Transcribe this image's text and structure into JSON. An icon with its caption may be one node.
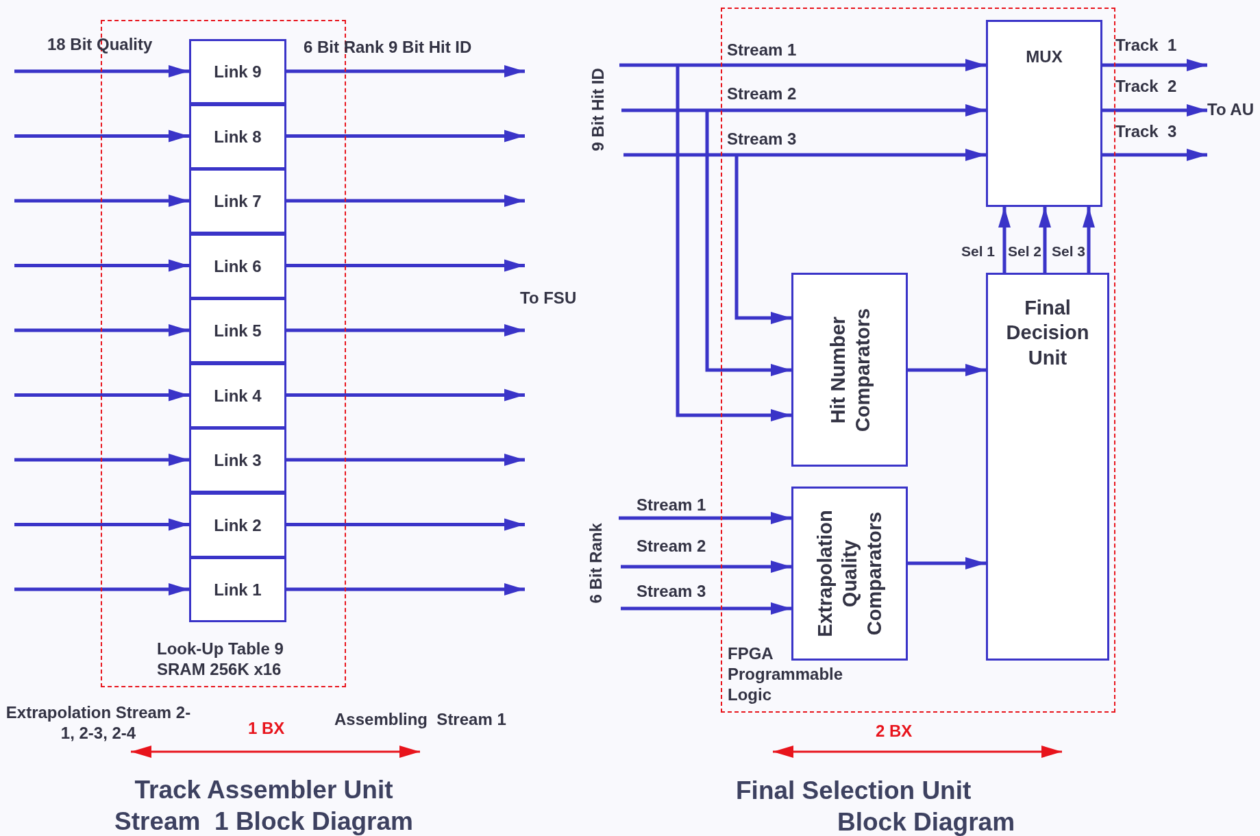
{
  "diagram": {
    "nodes": [
      {
        "text": [
          "Look-Up Table 9 SRAM 256K x16"
        ]
      },
      {
        "text": [
          "Link 9"
        ],
        "in": 0
      },
      {
        "text": [
          "Link 8"
        ],
        "in": 0
      },
      {
        "text": [
          "Link 7"
        ],
        "in": 0
      },
      {
        "text": [
          "Link 6"
        ],
        "in": 0
      },
      {
        "text": [
          "Link 5"
        ],
        "in": 0
      },
      {
        "text": [
          "Link 4"
        ],
        "in": 0
      },
      {
        "text": [
          "Link 3"
        ],
        "in": 0
      },
      {
        "text": [
          "Link 2"
        ],
        "in": 0
      },
      {
        "text": [
          "Link 1"
        ],
        "in": 0
      },
      {
        "text": [
          "FPGA Programmable Logic"
        ]
      },
      {
        "text": [
          "MUX"
        ],
        "in": 10
      },
      {
        "text": [
          "Hit Number Comparators"
        ],
        "in": 10
      },
      {
        "text": [
          "Extrapolation Quality Comparators"
        ],
        "in": 10
      },
      {
        "text": [
          "Final Decision Unit"
        ],
        "in": 10
      },
      {
        "text": [
          "To AU"
        ]
      }
    ],
    "edges": [
      {
        "from": null,
        "to": 1,
        "arrow": "to"
      },
      {
        "from": null,
        "to": 2,
        "arrow": "to"
      },
      {
        "from": null,
        "to": 3,
        "arrow": "to"
      },
      {
        "from": null,
        "to": 4,
        "arrow": "to"
      },
      {
        "from": null,
        "to": 5,
        "arrow": "to"
      },
      {
        "from": null,
        "to": 6,
        "arrow": "to"
      },
      {
        "from": null,
        "to": 7,
        "arrow": "to"
      },
      {
        "from": null,
        "to": 8,
        "arrow": "to"
      },
      {
        "from": null,
        "to": 9,
        "arrow": "to"
      },
      {
        "from": 1,
        "to": null,
        "arrow": "to"
      },
      {
        "from": 2,
        "to": null,
        "arrow": "to"
      },
      {
        "from": 3,
        "to": null,
        "arrow": "to"
      },
      {
        "from": 4,
        "to": null,
        "arrow": "to"
      },
      {
        "from": 5,
        "to": null,
        "arrow": "to"
      },
      {
        "from": 6,
        "to": null,
        "arrow": "to"
      },
      {
        "from": 7,
        "to": null,
        "arrow": "to"
      },
      {
        "from": 8,
        "to": null,
        "arrow": "to"
      },
      {
        "from": 9,
        "to": null,
        "arrow": "to"
      },
      {
        "from": null,
        "to": 11,
        "arrow": "to",
        "label": "Stream 1"
      },
      {
        "from": null,
        "to": 11,
        "arrow": "to",
        "label": "Stream 2"
      },
      {
        "from": null,
        "to": 11,
        "arrow": "to",
        "label": "Stream 3"
      },
      {
        "from": null,
        "to": 12,
        "arrow": "to"
      },
      {
        "from": null,
        "to": 12,
        "arrow": "to"
      },
      {
        "from": null,
        "to": 12,
        "arrow": "to"
      },
      {
        "from": null,
        "to": 13,
        "arrow": "to",
        "label": "Stream 1"
      },
      {
        "from": null,
        "to": 13,
        "arrow": "to",
        "label": "Stream 2"
      },
      {
        "from": null,
        "to": 13,
        "arrow": "to",
        "label": "Stream 3"
      },
      {
        "from": 12,
        "to": 14,
        "arrow": "to"
      },
      {
        "from": 13,
        "to": 14,
        "arrow": "to"
      },
      {
        "from": 14,
        "to": 11,
        "arrow": "to",
        "label": "Sel 1"
      },
      {
        "from": 14,
        "to": 11,
        "arrow": "to",
        "label": "Sel 2"
      },
      {
        "from": 14,
        "to": 11,
        "arrow": "to",
        "label": "Sel 3"
      },
      {
        "from": 11,
        "to": 15,
        "arrow": "to",
        "label": "Track  1"
      },
      {
        "from": 11,
        "to": 15,
        "arrow": "to",
        "label": "Track  2"
      },
      {
        "from": 11,
        "to": 15,
        "arrow": "to",
        "label": "Track  3"
      }
    ],
    "labels": [
      "18 Bit Quality",
      "6 Bit Rank 9 Bit Hit ID",
      "To FSU",
      "Extrapolation Stream 2-1, 2-3, 2-4",
      "1 BX",
      "Assembling  Stream 1",
      "9 Bit Hit ID",
      "6 Bit Rank",
      "2 BX",
      "Track Assembler Unit Stream  1 Block Diagram",
      "Final Selection Unit",
      "Block Diagram"
    ]
  }
}
